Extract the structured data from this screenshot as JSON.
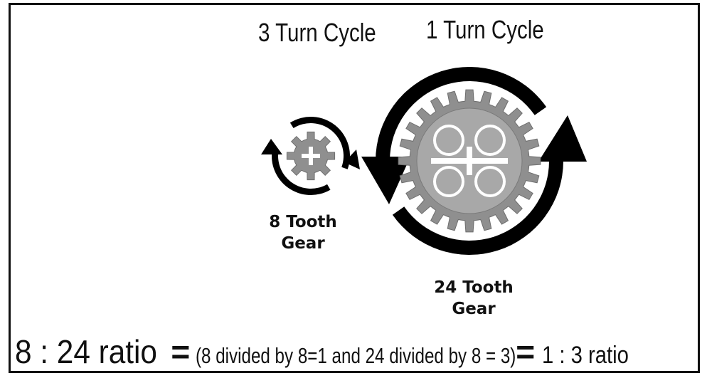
{
  "labels": {
    "three_turn": "3 Turn Cycle",
    "one_turn": "1 Turn Cycle",
    "small_gear_line1": "8 Tooth",
    "small_gear_line2": "Gear",
    "big_gear_line1": "24 Tooth",
    "big_gear_line2": "Gear"
  },
  "formula": {
    "left": "8 : 24 ratio",
    "eq1": "=",
    "middle": "(8 divided by 8=1 and 24 divided by 8 = 3)",
    "eq2": "=",
    "right": "1 : 3 ratio"
  },
  "gears": {
    "small_teeth": 8,
    "big_teeth": 24
  },
  "colors": {
    "gear_fill": "#8f8f8f",
    "gear_inner": "#a8a8a8",
    "arrow": "#000000",
    "hole": "#ffffff"
  }
}
